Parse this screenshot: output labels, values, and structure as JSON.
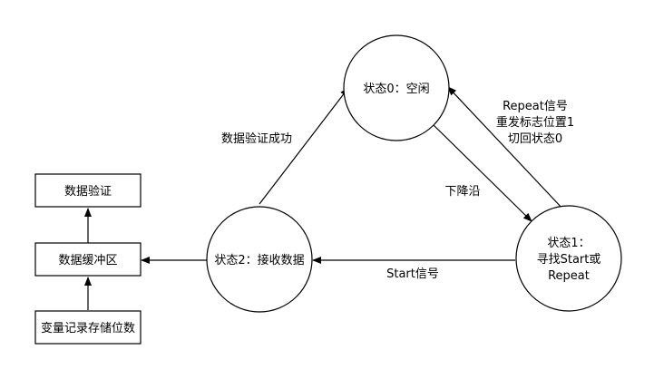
{
  "states": {
    "idle": "状态0：空闲",
    "find_line1": "状态1：",
    "find_line2": "寻找Start或",
    "find_line3": "Repeat",
    "receive": "状态2：接收数据"
  },
  "boxes": {
    "verify": "数据验证",
    "buffer": "数据缓冲区",
    "counter": "变量记录存储位数"
  },
  "edges": {
    "success": "数据验证成功",
    "falling_edge": "下降沿",
    "repeat_line1": "Repeat信号",
    "repeat_line2": "重发标志位置1",
    "repeat_line3": "切回状态0",
    "start": "Start信号"
  }
}
